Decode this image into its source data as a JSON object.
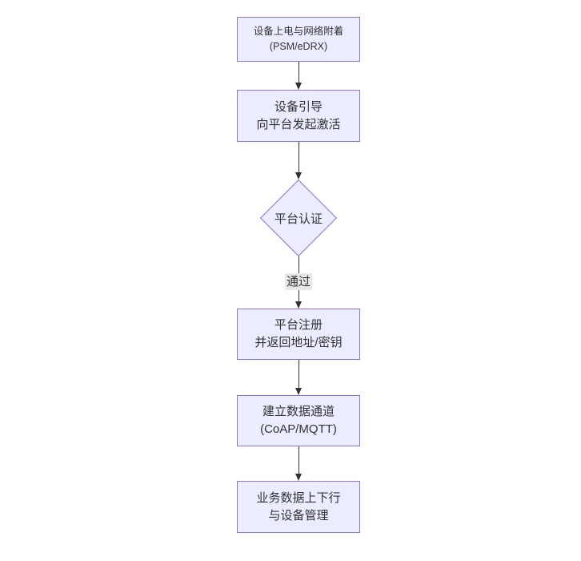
{
  "flowchart": {
    "background": "#ffffff",
    "style": {
      "node_fill": "#ECECFF",
      "node_border": "#9370DB",
      "text_color": "#333333",
      "edge_color": "#333333",
      "edge_label_bg": "#e8e8e8"
    },
    "nodes": [
      {
        "shape": "rect",
        "lines": [
          "设备上电与网络附着",
          "(PSM/eDRX)"
        ]
      },
      {
        "shape": "rect",
        "lines": [
          "设备引导",
          "向平台发起激活"
        ]
      },
      {
        "shape": "diamond",
        "lines": [
          "平台认证"
        ]
      },
      {
        "shape": "rect",
        "lines": [
          "平台注册",
          "并返回地址/密钥"
        ]
      },
      {
        "shape": "rect",
        "lines": [
          "建立数据通道",
          "(CoAP/MQTT)"
        ]
      },
      {
        "shape": "rect",
        "lines": [
          "业务数据上下行",
          "与设备管理"
        ]
      }
    ],
    "edges": [
      {
        "from": 0,
        "to": 1,
        "label": ""
      },
      {
        "from": 1,
        "to": 2,
        "label": ""
      },
      {
        "from": 2,
        "to": 3,
        "label": "通过"
      },
      {
        "from": 3,
        "to": 4,
        "label": ""
      },
      {
        "from": 4,
        "to": 5,
        "label": ""
      }
    ]
  }
}
